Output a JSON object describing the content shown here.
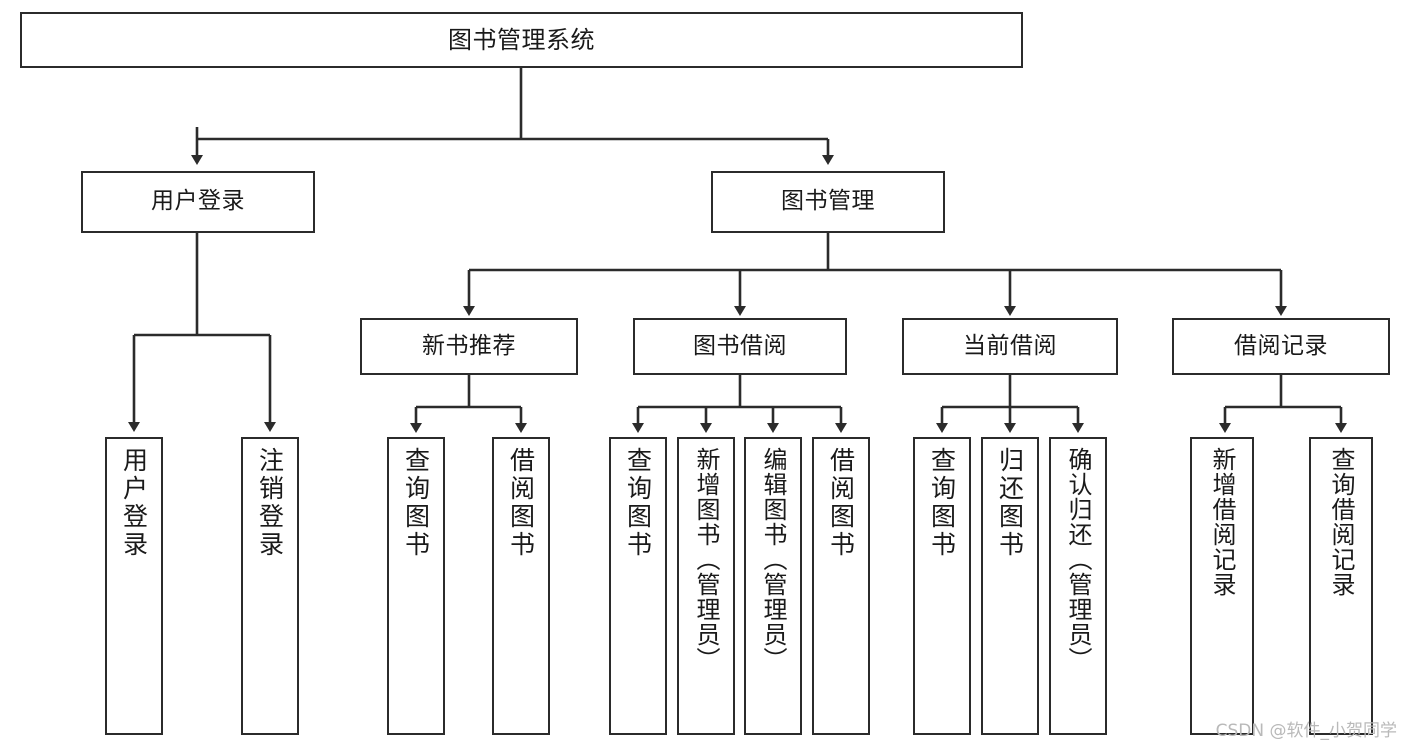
{
  "diagram": {
    "title": "图书管理系统",
    "type": "tree",
    "root": {
      "id": "root",
      "label": "图书管理系统"
    },
    "level2": [
      {
        "id": "user-login",
        "label": "用户登录"
      },
      {
        "id": "book-manage",
        "label": "图书管理"
      }
    ],
    "level3": [
      {
        "id": "new-book-recommend",
        "label": "新书推荐",
        "parent": "book-manage"
      },
      {
        "id": "book-borrow",
        "label": "图书借阅",
        "parent": "book-manage"
      },
      {
        "id": "current-borrow",
        "label": "当前借阅",
        "parent": "book-manage"
      },
      {
        "id": "borrow-record",
        "label": "借阅记录",
        "parent": "book-manage"
      }
    ],
    "leaves": [
      {
        "id": "leaf-user-login",
        "label": "用户登录",
        "parent": "user-login"
      },
      {
        "id": "leaf-user-logout",
        "label": "注销登录",
        "parent": "user-login"
      },
      {
        "id": "leaf-query-book-1",
        "label": "查询图书",
        "parent": "new-book-recommend"
      },
      {
        "id": "leaf-borrow-book-1",
        "label": "借阅图书",
        "parent": "new-book-recommend"
      },
      {
        "id": "leaf-query-book-2",
        "label": "查询图书",
        "parent": "book-borrow"
      },
      {
        "id": "leaf-add-book",
        "label": "新增图书（管理员）",
        "parent": "book-borrow"
      },
      {
        "id": "leaf-edit-book",
        "label": "编辑图书（管理员）",
        "parent": "book-borrow"
      },
      {
        "id": "leaf-borrow-book-2",
        "label": "借阅图书",
        "parent": "book-borrow"
      },
      {
        "id": "leaf-query-book-3",
        "label": "查询图书",
        "parent": "current-borrow"
      },
      {
        "id": "leaf-return-book",
        "label": "归还图书",
        "parent": "current-borrow"
      },
      {
        "id": "leaf-confirm-return",
        "label": "确认归还（管理员）",
        "parent": "current-borrow"
      },
      {
        "id": "leaf-add-record",
        "label": "新增借阅记录",
        "parent": "borrow-record"
      },
      {
        "id": "leaf-query-record",
        "label": "查询借阅记录",
        "parent": "borrow-record"
      }
    ],
    "colors": {
      "stroke": "#2b2b2b",
      "fill": "#ffffff",
      "text": "#1a1a1a",
      "watermark": "#b9b9b9"
    }
  },
  "watermark": {
    "text": "CSDN @软件_小贺同学"
  }
}
